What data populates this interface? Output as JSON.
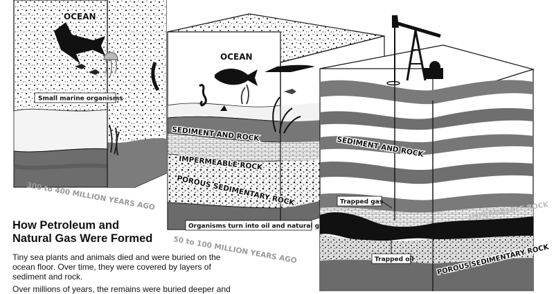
{
  "diagram": {
    "title_line1": "How Petroleum and",
    "title_line2": "Natural Gas Were Formed",
    "paragraph1": "Tiny sea plants and animals died and were buried on the ocean floor. Over time, they were covered by layers of sediment and rock.",
    "paragraph2": "Over millions of years, the remains were buried deeper and",
    "block1": {
      "ocean_label": "OCEAN",
      "organisms_label": "Small marine organisms",
      "age_label": "300 to 400 MILLION YEARS AGO"
    },
    "block2": {
      "ocean_label": "OCEAN",
      "sediment_label": "SEDIMENT AND ROCK",
      "impermeable_label": "IMPERMEABLE ROCK",
      "porous_label": "POROUS SEDIMENTARY ROCK",
      "organisms_label": "Organisms turn into oil and natural gas",
      "age_label": "50 to 100 MILLION YEARS AGO"
    },
    "block3": {
      "sediment_label": "SEDIMENT AND ROCK",
      "gas_label": "Trapped gas",
      "oil_label": "Trapped oil",
      "impermeable_label": "IMPERMEABLE ROCK",
      "porous_label": "POROUS SEDIMENTARY ROCK"
    },
    "icons": [
      "shark-icon",
      "jellyfish-icon",
      "fish-icon",
      "seahorse-icon",
      "oil-derrick-icon"
    ]
  }
}
